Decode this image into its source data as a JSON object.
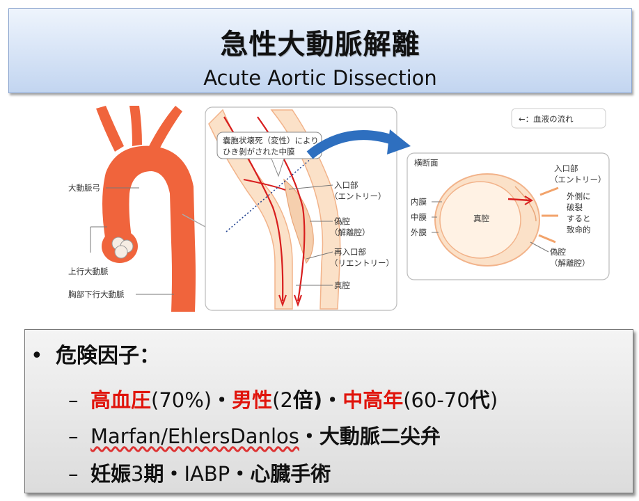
{
  "title": {
    "jp": "急性大動脈解離",
    "en": "Acute Aortic Dissection"
  },
  "figure": {
    "legend": "←：血液の流れ",
    "labels_left": {
      "arch": "大動脈弓",
      "ascending": "上行大動脈",
      "descending": "胸部下行大動脈"
    },
    "callout": [
      "嚢胞状壊死（変性）により",
      "ひき剝がされた中膜"
    ],
    "labels_middle": {
      "entry": [
        "入口部",
        "（エントリー）"
      ],
      "false_lumen": [
        "偽腔",
        "（解離腔）"
      ],
      "reentry": [
        "再入口部",
        "（リエントリー）"
      ],
      "true_lumen": "真腔"
    },
    "cross_section": {
      "title": "横断面",
      "inner": "内膜",
      "middle": "中膜",
      "outer": "外膜",
      "true_lumen": "真腔",
      "entry": [
        "入口部",
        "（エントリー）"
      ],
      "rupture": [
        "外側に",
        "破裂",
        "すると",
        "致命的"
      ],
      "false_lumen": [
        "偽腔",
        "（解離腔）"
      ]
    },
    "colors": {
      "aorta": "#f0643c",
      "blood_flow": "#d81e1e",
      "tissue": "#fbe1c8",
      "arrow_blue": "#2e6fbf"
    }
  },
  "bullets": {
    "main": "危険因子：",
    "line1": {
      "a": "高血圧",
      "b": "(70%)",
      "c": "・",
      "d": "男性",
      "e": "(2",
      "f": "倍",
      "g": ")・",
      "h": "中高年",
      "i": "(60-70",
      "j": "代",
      "k": ")"
    },
    "line2": {
      "a": "Marfan/EhlersDanlos",
      "b": "・大動脈二尖弁"
    },
    "line3": {
      "a": "妊娠",
      "b": "3",
      "c": "期",
      "d": "・",
      "e": "IABP",
      "f": "・心臓手術"
    },
    "bullet_char": "•",
    "dash_char": "–"
  }
}
